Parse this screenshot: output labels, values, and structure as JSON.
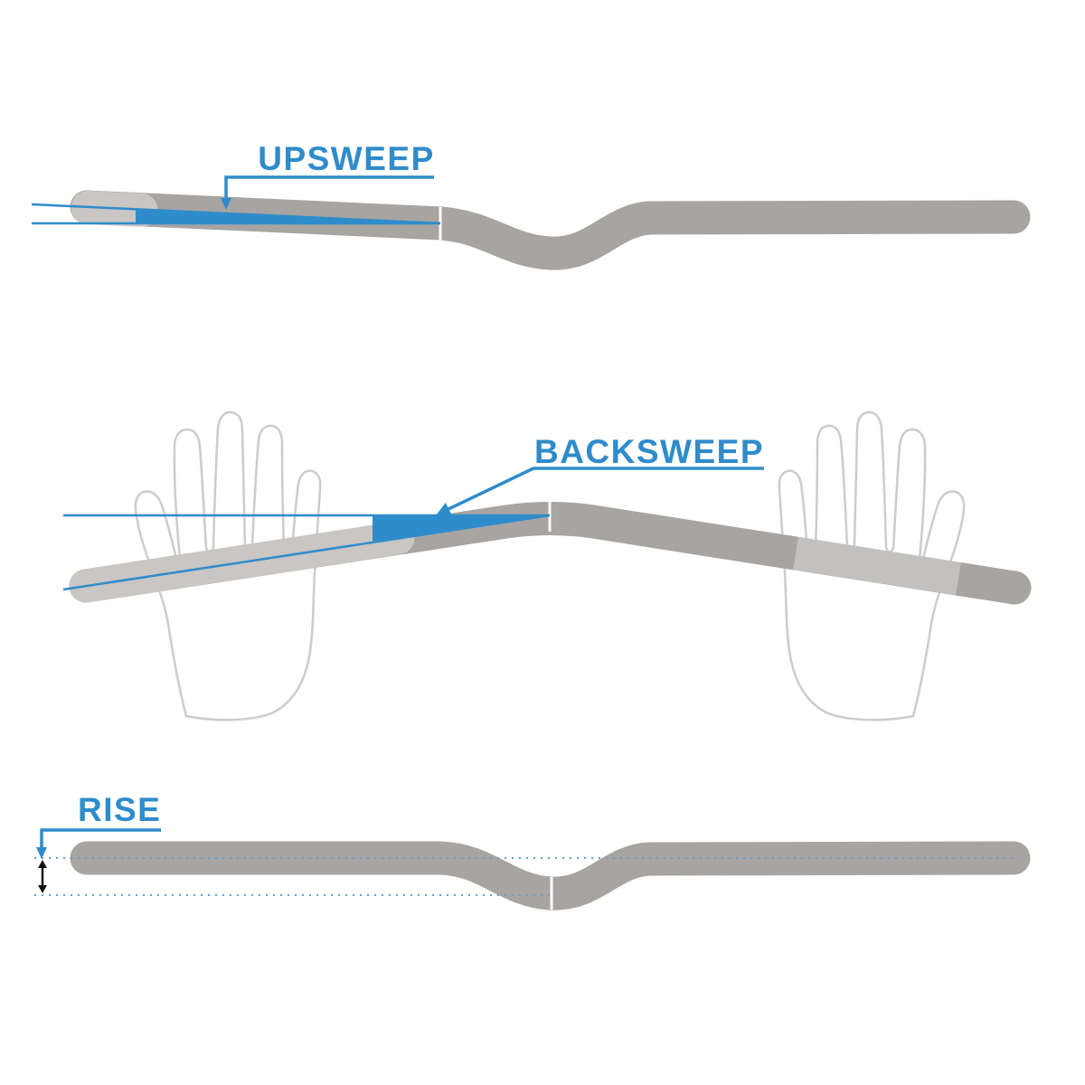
{
  "labels": {
    "upsweep": "UPSWEEP",
    "backsweep": "BACKSWEEP",
    "rise": "RISE"
  },
  "colors": {
    "accent_blue": "#2F8CCB",
    "bar_gray": "#A7A4A2",
    "grip_gray": "#C9C6C3",
    "hand_outline": "#CCCCCC",
    "dotted_blue": "#5FA0D5",
    "arrow_black": "#111111",
    "background": "#FFFFFF"
  }
}
